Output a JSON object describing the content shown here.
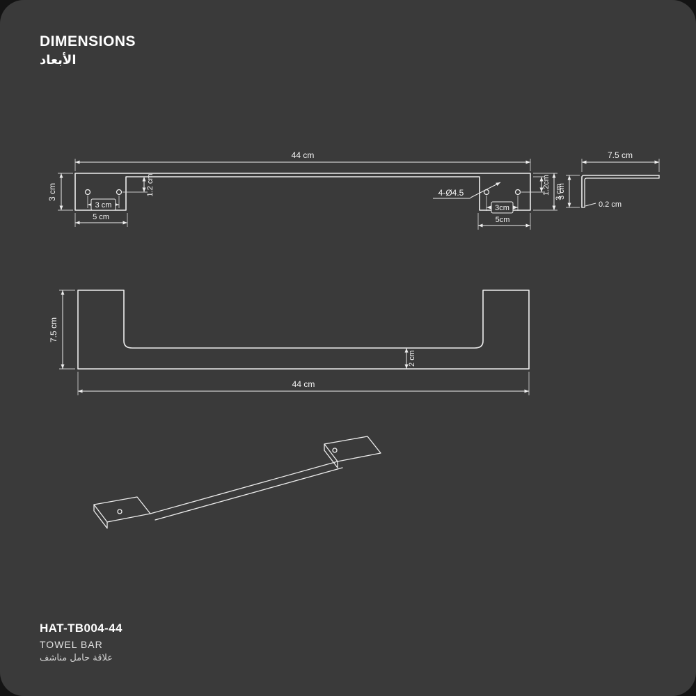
{
  "page": {
    "title": "DIMENSIONS",
    "title_ar": "الأبعاد"
  },
  "top_view": {
    "length": "44 cm",
    "depth_left": "3 cm",
    "holes_note": "4-Ø4.5",
    "left": {
      "spacing": "3 cm",
      "edge": "5 cm",
      "offset": "1.2 cm"
    },
    "right": {
      "spacing": "3cm",
      "edge": "5cm",
      "offset": "1.2cm",
      "depth": "3 cm"
    }
  },
  "side_view": {
    "width": "7.5 cm",
    "height": "3 cm",
    "thickness": "0.2 cm"
  },
  "front_view": {
    "height": "7.5 cm",
    "bar_height": "2 cm",
    "length": "44 cm"
  },
  "footer": {
    "model": "HAT-TB004-44",
    "product": "TOWEL BAR",
    "product_ar": "علاقة حامل مناشف"
  },
  "colors": {
    "background": "#3a3a3a",
    "line": "#ededed",
    "text": "#ffffff"
  }
}
